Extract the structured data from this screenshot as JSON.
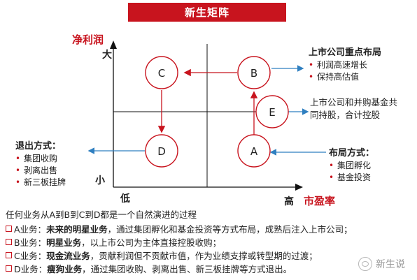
{
  "title": "新生矩阵",
  "axes": {
    "y_label": "净利润",
    "y_high": "大",
    "y_low": "小",
    "x_low": "低",
    "x_high": "高",
    "x_label": "市盈率"
  },
  "nodes": {
    "a": "A",
    "b": "B",
    "c": "C",
    "d": "D",
    "e": "E"
  },
  "top_right": {
    "title": "上市公司重点布局",
    "items": [
      "利润高速增长",
      "保持高估值"
    ]
  },
  "middle_right": {
    "lines": [
      "上市公司和并购基金共",
      "同持股，合计控股"
    ]
  },
  "left_block": {
    "title": "退出方式：",
    "items": [
      "集团收购",
      "剥离出售",
      "新三板挂牌"
    ]
  },
  "bottom_right": {
    "title": "布局方式：",
    "items": [
      "集团孵化",
      "基金投资"
    ]
  },
  "summary": "任何业务从A到B到C到D都是一个自然演进的过程",
  "descriptions": [
    {
      "prefix": "A业务：",
      "bold": "未来的明星业务",
      "rest": "，通过集团孵化和基金投资等方式布局，成熟后注入上市公司；"
    },
    {
      "prefix": "B业务：",
      "bold": "明星业务",
      "rest": "，以上市公司为主体直接控股收购；"
    },
    {
      "prefix": "C业务：",
      "bold": "现金流业务",
      "rest": "，贡献利润但不贡献市值，作为业绩支撑或转型期的过渡；"
    },
    {
      "prefix": "D业务：",
      "bold": "瘦狗业务",
      "rest": "，通过集团收购、剥离出售、新三板挂牌等方式退出。"
    }
  ],
  "watermark": "新生说",
  "colors": {
    "accent": "#c8141e",
    "arrow_blue": "#2f7fc0"
  }
}
